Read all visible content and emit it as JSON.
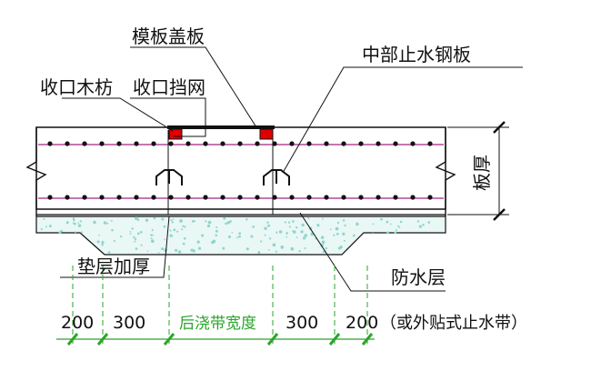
{
  "labels": {
    "formwork_cover": "模板盖板",
    "timber_edge": "收口木枋",
    "closing_mesh": "收口挡网",
    "middle_waterstop": "中部止水钢板",
    "slab_thickness": "板厚",
    "cushion_thickening": "垫层加厚",
    "waterproof_layer": "防水层",
    "external_waterstop": "（或外贴式止水带）",
    "post_pour_width": "后浇带宽度"
  },
  "dimensions": {
    "d1": "200",
    "d2": "300",
    "d3": "300",
    "d4": "200"
  },
  "colors": {
    "line": "#111111",
    "rebar_line": "#b04a9a",
    "red_block": "#e00000",
    "dimension": "#2aa52a",
    "cushion": "#8fd5cf",
    "dim_text_right": "#2aa52a"
  }
}
